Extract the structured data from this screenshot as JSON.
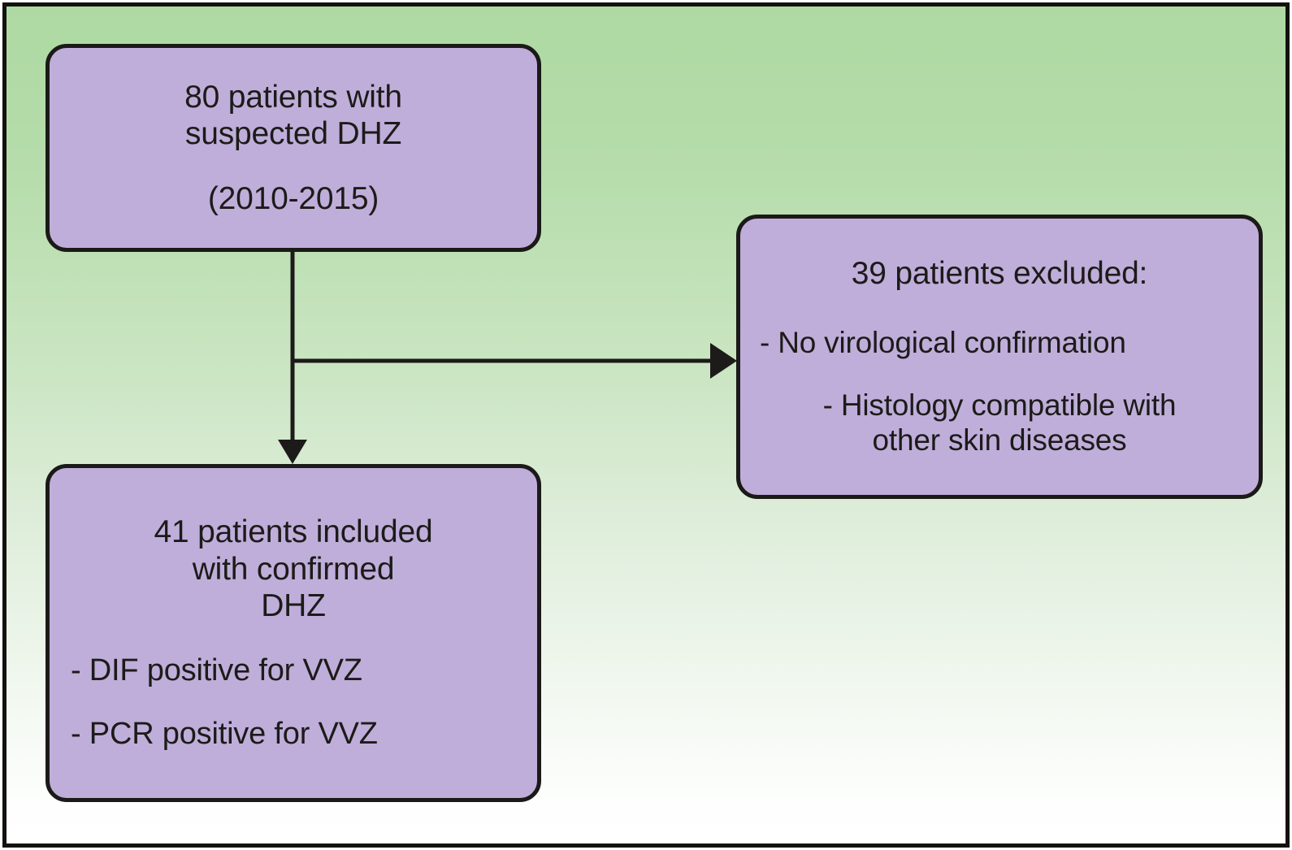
{
  "figure": {
    "type": "flowchart",
    "orientation": "vertical-with-side-branch",
    "frame": {
      "border_color": "#14120f",
      "background_gradient_top": "#aed9a2",
      "background_gradient_bottom": "#ffffff"
    },
    "box_style": {
      "fill": "#bfaeda",
      "border": "#1b1a18",
      "text_color": "#1c1b19"
    },
    "connector_color": "#1c1b19"
  },
  "nodes": {
    "suspected": {
      "id": "box-suspected",
      "heading_line_1": "80 patients with",
      "heading_line_2": "suspected DHZ",
      "period": "(2010-2015)",
      "count": 80
    },
    "excluded": {
      "id": "box-excluded",
      "heading": "39 patients excluded:",
      "count": 39,
      "reasons": [
        "- No virological confirmation",
        "- Histology compatible with",
        "other skin diseases"
      ]
    },
    "included": {
      "id": "box-included",
      "heading_line_1": "41 patients included",
      "heading_line_2": "with confirmed",
      "heading_line_3": "DHZ",
      "count": 41,
      "criteria": [
        "- DIF positive for VVZ",
        "- PCR positive for VVZ"
      ]
    }
  },
  "edges": [
    {
      "name": "suspected-to-excluded",
      "from": "suspected",
      "to": "excluded",
      "direction": "right",
      "arrowhead": "triangle-right"
    },
    {
      "name": "suspected-to-included",
      "from": "suspected",
      "to": "included",
      "direction": "down",
      "arrowhead": "triangle-down"
    }
  ]
}
